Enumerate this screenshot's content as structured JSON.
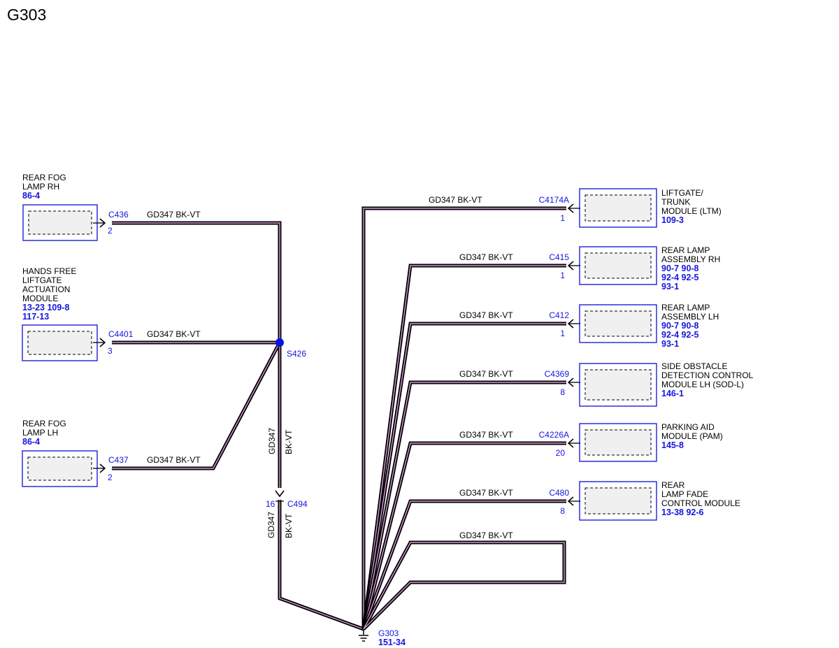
{
  "title": "G303",
  "wire_id": "GD347",
  "wire_color": "BK-VT",
  "colors": {
    "wire": "#000000",
    "wire_core": "#d59ad5",
    "connector_text": "#1515e0",
    "box_border": "#2020d8"
  },
  "left_components": [
    {
      "id": "rear-fog-lamp-rh",
      "name": [
        "REAR FOG",
        "LAMP RH"
      ],
      "refs": [
        "86-4"
      ],
      "connector": "C436",
      "pin": "2"
    },
    {
      "id": "hands-free-liftgate",
      "name": [
        "HANDS FREE",
        "LIFTGATE",
        "ACTUATION",
        "MODULE"
      ],
      "refs": [
        "13-23 109-8",
        "117-13"
      ],
      "connector": "C4401",
      "pin": "3"
    },
    {
      "id": "rear-fog-lamp-lh",
      "name": [
        "REAR FOG",
        "LAMP LH"
      ],
      "refs": [
        "86-4"
      ],
      "connector": "C437",
      "pin": "2"
    }
  ],
  "right_components": [
    {
      "id": "ltm",
      "name": [
        "LIFTGATE/",
        "TRUNK",
        "MODULE (LTM)"
      ],
      "refs": [
        "109-3"
      ],
      "connector": "C4174A",
      "pin": "1"
    },
    {
      "id": "rear-lamp-rh",
      "name": [
        "REAR LAMP",
        "ASSEMBLY RH"
      ],
      "refs": [
        "90-7   90-8",
        "92-4   92-5",
        "93-1"
      ],
      "connector": "C415",
      "pin": "1"
    },
    {
      "id": "rear-lamp-lh",
      "name": [
        "REAR LAMP",
        "ASSEMBLY LH"
      ],
      "refs": [
        "90-7   90-8",
        "92-4   92-5",
        "93-1"
      ],
      "connector": "C412",
      "pin": "1"
    },
    {
      "id": "sod-l",
      "name": [
        "SIDE OBSTACLE",
        "DETECTION CONTROL",
        "MODULE LH (SOD-L)"
      ],
      "refs": [
        "146-1"
      ],
      "connector": "C4369",
      "pin": "8"
    },
    {
      "id": "pam",
      "name": [
        "PARKING AID",
        "MODULE (PAM)"
      ],
      "refs": [
        "145-8"
      ],
      "connector": "C4226A",
      "pin": "20"
    },
    {
      "id": "fade-module",
      "name": [
        "REAR",
        "LAMP FADE",
        "CONTROL MODULE"
      ],
      "refs": [
        "13-38 92-6"
      ],
      "connector": "C480",
      "pin": "8"
    }
  ],
  "loop_wire_label": "GD347  BK-VT",
  "splice": {
    "label": "S426"
  },
  "inline_connector": {
    "label": "C494",
    "pin": "16"
  },
  "ground": {
    "label": "G303",
    "ref": "151-34"
  }
}
